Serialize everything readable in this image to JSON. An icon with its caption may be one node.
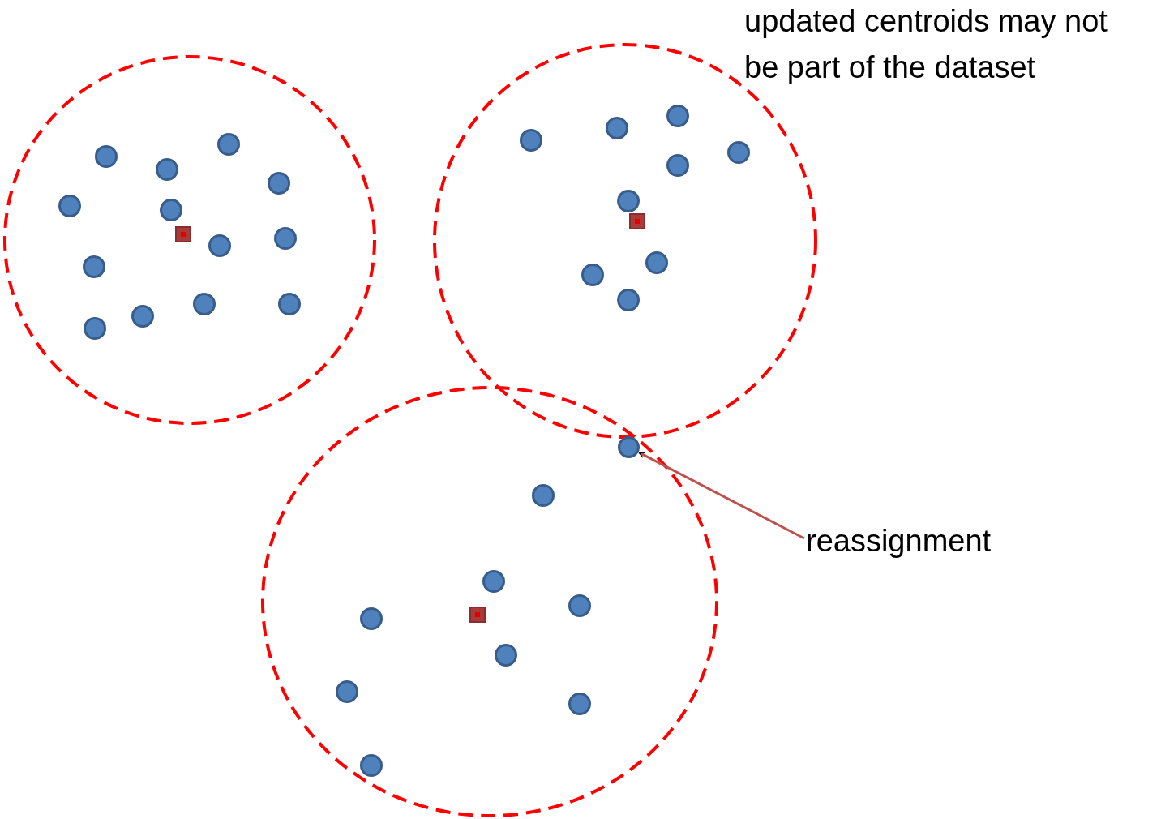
{
  "diagram": {
    "nodes": [
      {
        "text": [
          "reassignment"
        ]
      },
      {
        "text": [],
        "shape": "circle"
      }
    ],
    "edges": [
      {
        "from": 0,
        "to": 1,
        "arrow": "to"
      }
    ],
    "labels": [
      "updated centroids may not be part of the dataset"
    ]
  }
}
